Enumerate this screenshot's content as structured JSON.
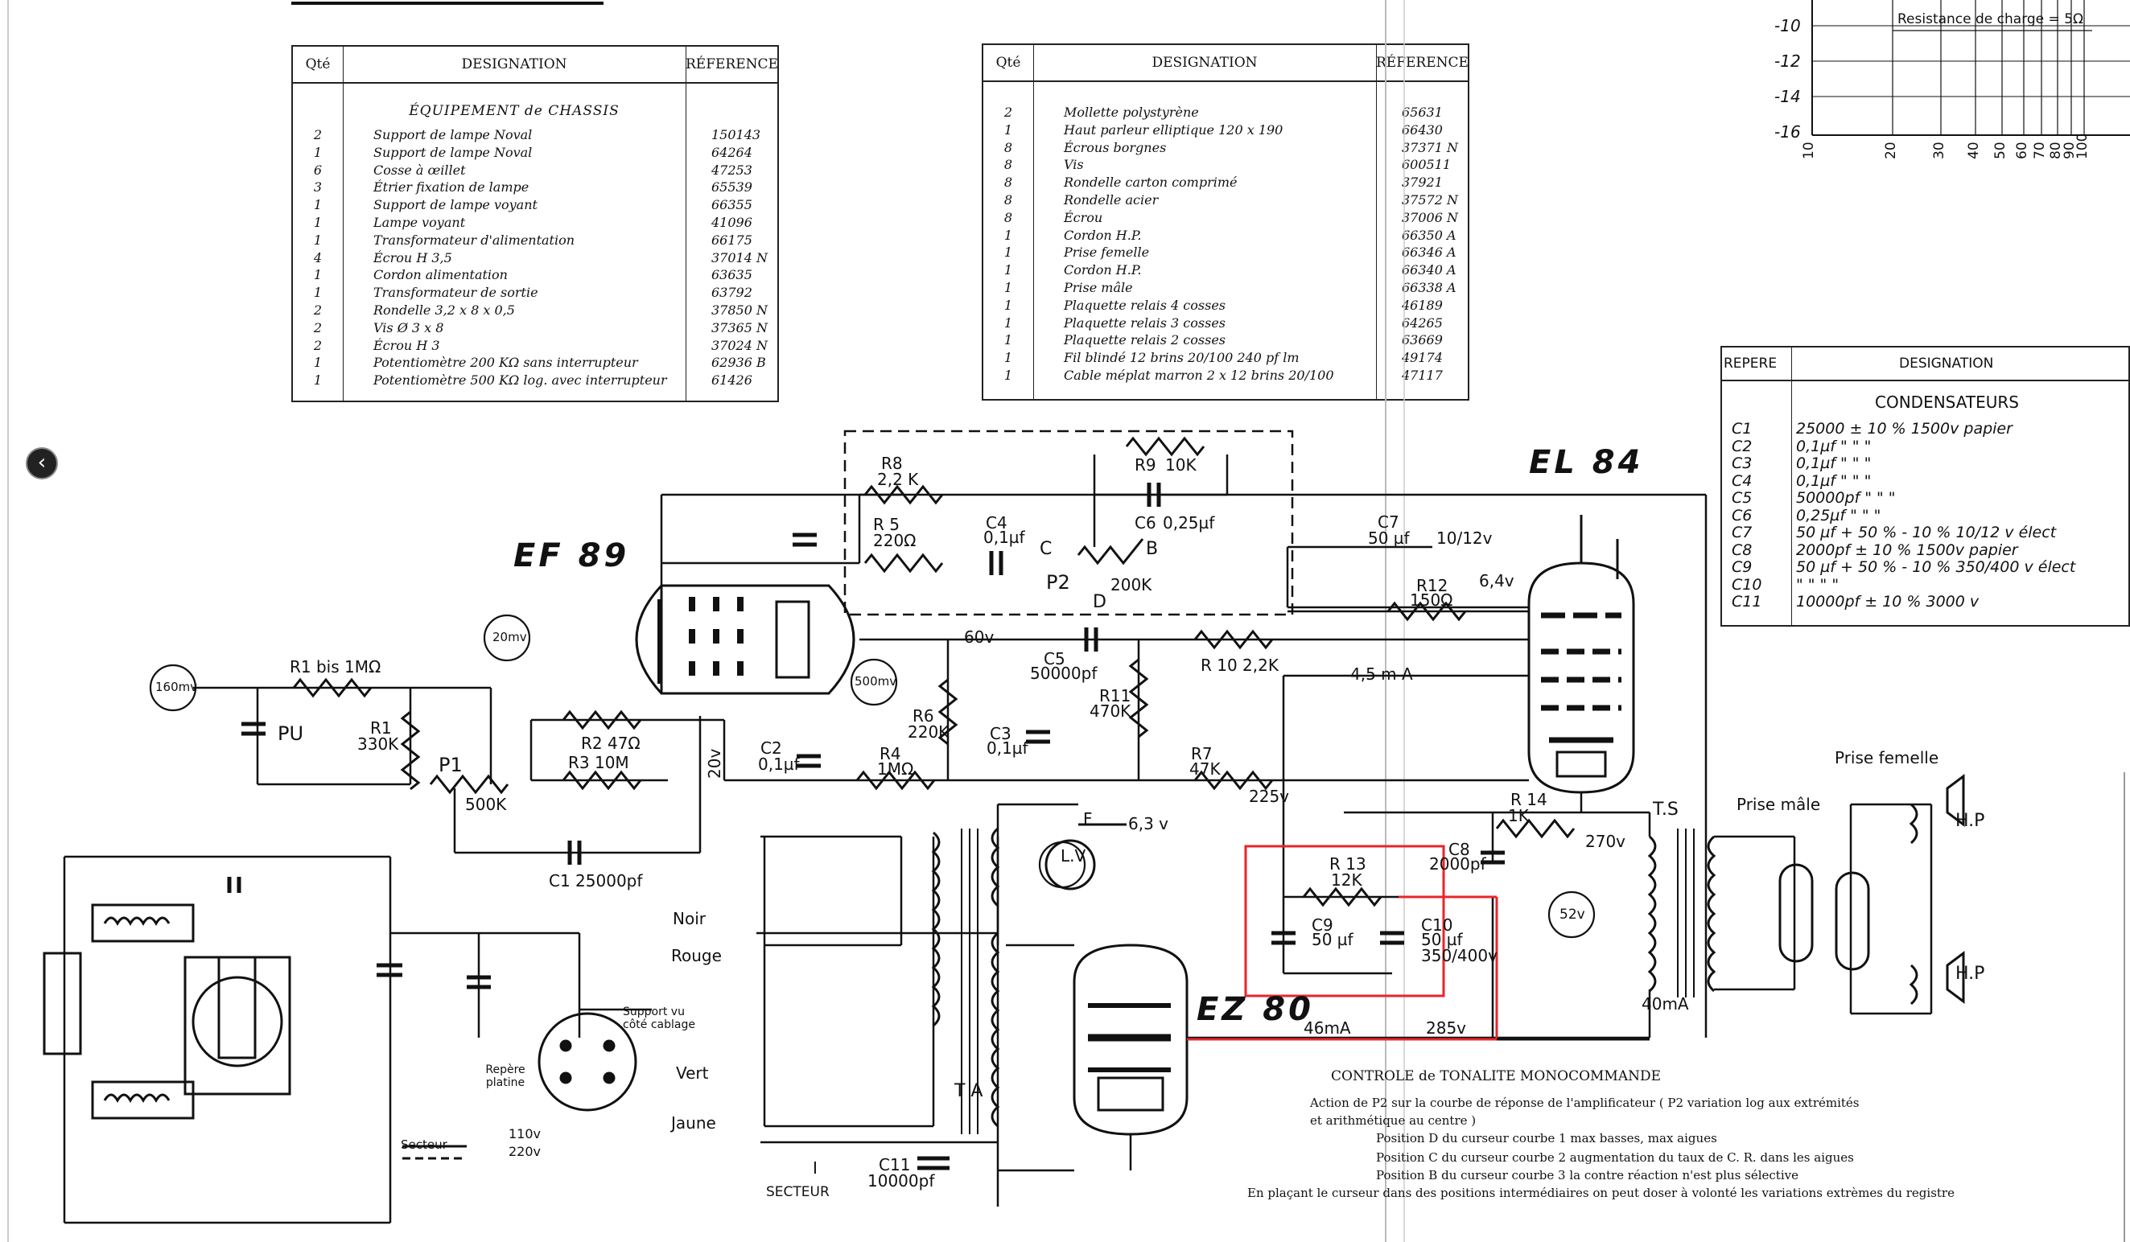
{
  "table_left": {
    "headers": {
      "qty": "Qté",
      "designation": "DESIGNATION",
      "reference": "RÉFERENCE"
    },
    "section": "ÉQUIPEMENT  de  CHASSIS",
    "rows": [
      {
        "qty": "2",
        "designation": "Support de lampe Noval",
        "ref": "150143"
      },
      {
        "qty": "1",
        "designation": "Support de lampe Noval",
        "ref": "64264"
      },
      {
        "qty": "6",
        "designation": "Cosse à œillet",
        "ref": "47253"
      },
      {
        "qty": "3",
        "designation": "Étrier fixation de lampe",
        "ref": "65539"
      },
      {
        "qty": "1",
        "designation": "Support de lampe voyant",
        "ref": "66355"
      },
      {
        "qty": "1",
        "designation": "Lampe voyant",
        "ref": "41096"
      },
      {
        "qty": "1",
        "designation": "Transformateur d'alimentation",
        "ref": "66175"
      },
      {
        "qty": "4",
        "designation": "Écrou H 3,5",
        "ref": "37014 N"
      },
      {
        "qty": "1",
        "designation": "Cordon alimentation",
        "ref": "63635"
      },
      {
        "qty": "1",
        "designation": "Transformateur de sortie",
        "ref": "63792"
      },
      {
        "qty": "2",
        "designation": "Rondelle 3,2 x 8 x 0,5",
        "ref": "37850 N"
      },
      {
        "qty": "2",
        "designation": "Vis Ø 3 x 8",
        "ref": "37365 N"
      },
      {
        "qty": "2",
        "designation": "Écrou H 3",
        "ref": "37024 N"
      },
      {
        "qty": "1",
        "designation": "Potentiomètre 200 KΩ sans interrupteur",
        "ref": "62936 B"
      },
      {
        "qty": "1",
        "designation": "Potentiomètre 500 KΩ log. avec interrupteur",
        "ref": "61426"
      }
    ]
  },
  "table_mid": {
    "headers": {
      "qty": "Qté",
      "designation": "DESIGNATION",
      "reference": "RÉFERENCE"
    },
    "rows": [
      {
        "qty": "2",
        "designation": "Mollette polystyrène",
        "ref": "65631"
      },
      {
        "qty": "1",
        "designation": "Haut parleur elliptique 120 x 190",
        "ref": "66430"
      },
      {
        "qty": "8",
        "designation": "Écrous borgnes",
        "ref": "37371 N"
      },
      {
        "qty": "8",
        "designation": "Vis",
        "ref": "600511"
      },
      {
        "qty": "8",
        "designation": "Rondelle carton comprimé",
        "ref": "37921"
      },
      {
        "qty": "8",
        "designation": "Rondelle acier",
        "ref": "37572 N"
      },
      {
        "qty": "8",
        "designation": "Écrou",
        "ref": "37006 N"
      },
      {
        "qty": "1",
        "designation": "Cordon H.P.",
        "ref": "66350 A"
      },
      {
        "qty": "1",
        "designation": "Prise femelle",
        "ref": "66346 A"
      },
      {
        "qty": "1",
        "designation": "Cordon H.P.",
        "ref": "66340 A"
      },
      {
        "qty": "1",
        "designation": "Prise mâle",
        "ref": "66338 A"
      },
      {
        "qty": "1",
        "designation": "Plaquette relais 4 cosses",
        "ref": "46189"
      },
      {
        "qty": "1",
        "designation": "Plaquette relais 3 cosses",
        "ref": "64265"
      },
      {
        "qty": "1",
        "designation": "Plaquette relais 2 cosses",
        "ref": "63669"
      },
      {
        "qty": "1",
        "designation": "Fil blindé 12 brins 20/100 240 pf lm",
        "ref": "49174"
      },
      {
        "qty": "1",
        "designation": "Cable méplat marron 2 x 12 brins 20/100",
        "ref": "47117"
      }
    ]
  },
  "graph_fragment": {
    "resistance_label": "Resistance de charge = 5Ω",
    "y_ticks": [
      "-10",
      "-12",
      "-14",
      "-16"
    ],
    "x_ticks": [
      "10",
      "20",
      "30",
      "40",
      "50",
      "60",
      "70",
      "80",
      "90",
      "100"
    ]
  },
  "condensers": {
    "headers": {
      "ref": "REPERE",
      "designation": "DESIGNATION"
    },
    "section": "CONDENSATEURS",
    "rows": [
      {
        "ref": "C1",
        "value": "25000 ± 10 %  1500v papier"
      },
      {
        "ref": "C2",
        "value": "0,1µf      \"          \"      \""
      },
      {
        "ref": "C3",
        "value": "0,1µf      \"          \"      \""
      },
      {
        "ref": "C4",
        "value": "0,1µf      \"          \"      \""
      },
      {
        "ref": "C5",
        "value": "50000pf    \"          \"      \""
      },
      {
        "ref": "C6",
        "value": "0,25µf     \"          \"      \""
      },
      {
        "ref": "C7",
        "value": "50 µf + 50 % - 10 %   10/12 v  élect"
      },
      {
        "ref": "C8",
        "value": "2000pf ± 10 %   1500v papier"
      },
      {
        "ref": "C9",
        "value": "50 µf + 50 % - 10 %   350/400 v  élect"
      },
      {
        "ref": "C10",
        "value": "\"         \"          \"      \""
      },
      {
        "ref": "C11",
        "value": "10000pf ± 10 %     3000 v"
      }
    ]
  },
  "tubes": {
    "ef89": "EF 89",
    "el84": "EL 84",
    "ez80": "EZ 80"
  },
  "components": {
    "r8": "R8",
    "r8v": "2,2 K",
    "r9": "R9",
    "r9v": "10K",
    "r5": "R 5",
    "r5v": "220Ω",
    "c4": "C4",
    "c4v": "0,1µf",
    "c6": "C6",
    "c6v": "0,25µf",
    "p2": "P2",
    "p2v": "200K",
    "p2c": "C",
    "p2b": "B",
    "p2d": "D",
    "c7": "C7",
    "c7v": "50 µf",
    "c7v2": "10/12v",
    "r12": "R12",
    "r12v": "150Ω",
    "r1bis": "R1 bis  1MΩ",
    "r1": "R1",
    "r1v": "330K",
    "pu": "PU",
    "p1": "P1",
    "p1v": "500K",
    "r2": "R2  47Ω",
    "r3": "R3  10M",
    "c1": "C1  25000pf",
    "c2": "C2",
    "c2v": "0,1µf",
    "r4": "R4",
    "r4v": "1MΩ",
    "r6": "R6",
    "r6v": "220K",
    "c3": "C3",
    "c3v": "0,1µf",
    "c5": "C5",
    "c5v": "50000pf",
    "r11": "R11",
    "r11v": "470K",
    "r10": "R 10  2,2K",
    "r7": "R7",
    "r7v": "47K",
    "r14": "R 14",
    "r14v": "1K",
    "c8": "C8",
    "c8v": "2000pf",
    "r13": "R 13",
    "r13v": "12K",
    "c9": "C9",
    "c9v": "50 µf",
    "c10": "C10",
    "c10v": "50 µf",
    "c10v2": "350/400v",
    "c11": "C11",
    "c11v": "10000pf",
    "ts": "T.S",
    "ta": "T A",
    "lv": "L.V",
    "f63": "6,3 v",
    "f": "F",
    "prise_male": "Prise mâle",
    "prise_femelle": "Prise femelle",
    "hp": "H.P",
    "support": "Support vu côté cablage",
    "repere": "Repère platine",
    "secteur": "Secteur",
    "v110": "110v",
    "v220": "220v",
    "noir": "Noir",
    "rouge": "Rouge",
    "vert": "Vert",
    "jaune": "Jaune",
    "i_secteur": "SECTEUR",
    "i": "I"
  },
  "voltages": {
    "v160": "160mv",
    "v20m": "20mv",
    "v500": "500mv",
    "v60": "60v",
    "v20": "20v",
    "v225": "225v",
    "v64": "6,4v",
    "i45": "4,5 m A",
    "v270": "270v",
    "v52": "52v",
    "i40": "40mA",
    "i46": "46mA",
    "v285": "285v"
  },
  "tone_notes": {
    "title": "CONTROLE  de  TONALITE  MONOCOMMANDE",
    "lines": [
      "Action de P2 sur la courbe de réponse de l'amplificateur ( P2 variation log aux extrémités",
      "et arithmétique au centre )",
      "Position  D  du curseur   courbe  1  max basses,  max aigues",
      "Position  C  du curseur   courbe  2  augmentation du taux de  C. R.  dans les aigues",
      "Position  B  du curseur   courbe  3  la contre réaction n'est plus sélective",
      "En plaçant le curseur dans des positions intermédiaires on peut doser à volonté  les variations extrèmes du registre"
    ]
  },
  "nav": {
    "back_glyph": "‹"
  },
  "colors": {
    "highlight": "#e8262b",
    "ink": "#111111"
  }
}
